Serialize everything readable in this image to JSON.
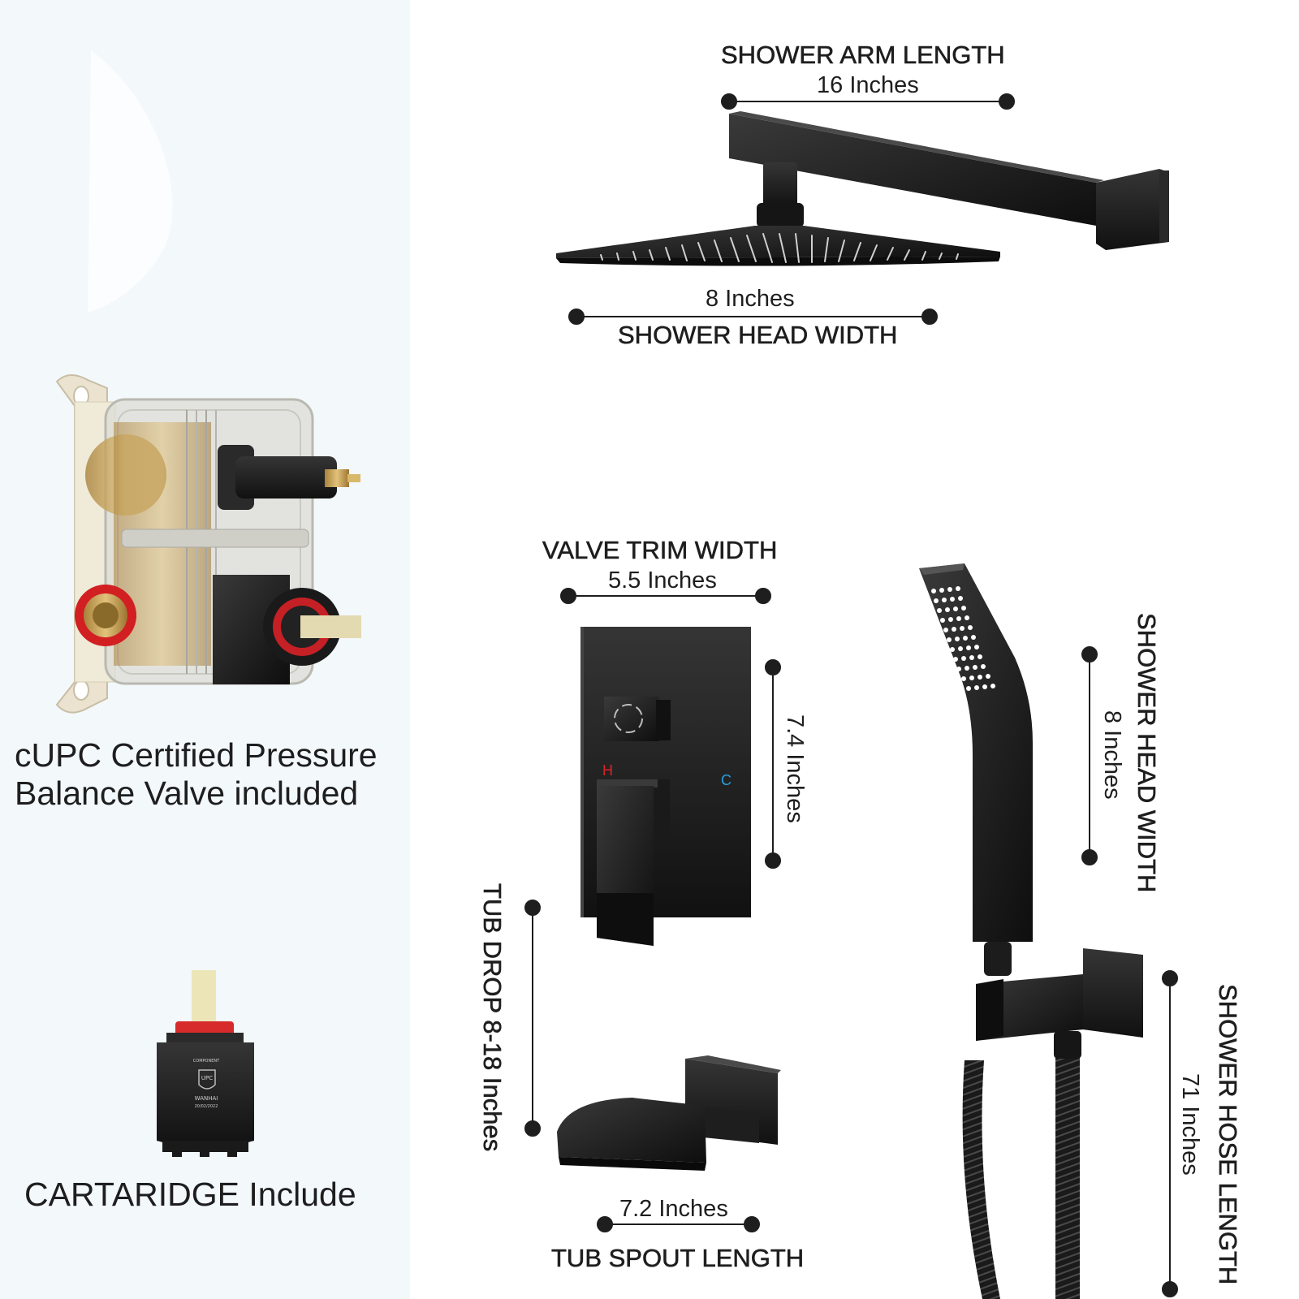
{
  "left": {
    "valve_caption_line1": "cUPC Certified Pressure",
    "valve_caption_line2": "Balance Valve included",
    "cartridge_caption": "CARTARIDGE Include",
    "cartridge_stamp": [
      "COMPONENT",
      "UPC",
      "WANHAI",
      "20/02/2022"
    ]
  },
  "dimensions": {
    "shower_arm": {
      "label": "SHOWER ARM LENGTH",
      "value": "16 Inches"
    },
    "shower_head": {
      "label": "SHOWER HEAD WIDTH",
      "value": "8 Inches"
    },
    "valve_trim": {
      "label": "VALVE TRIM WIDTH",
      "value": "5.5 Inches"
    },
    "valve_height": {
      "value": "7.4 Inches"
    },
    "hand_shower": {
      "label": "SHOWER HEAD WIDTH",
      "value": "8 Inches"
    },
    "tub_drop": {
      "label": "TUB DROP 8-18 Inches"
    },
    "tub_spout": {
      "label": "TUB SPOUT LENGTH",
      "value": "7.2 Inches"
    },
    "shower_hose": {
      "label": "SHOWER HOSE LENGTH",
      "value": "71 Inches"
    }
  },
  "valve_marks": {
    "hot": "H",
    "cold": "C"
  },
  "colors": {
    "hot": "#d8242a",
    "cold": "#2a9fe0",
    "product_black": "#1b1b1b",
    "brass": "#c9a55a"
  }
}
